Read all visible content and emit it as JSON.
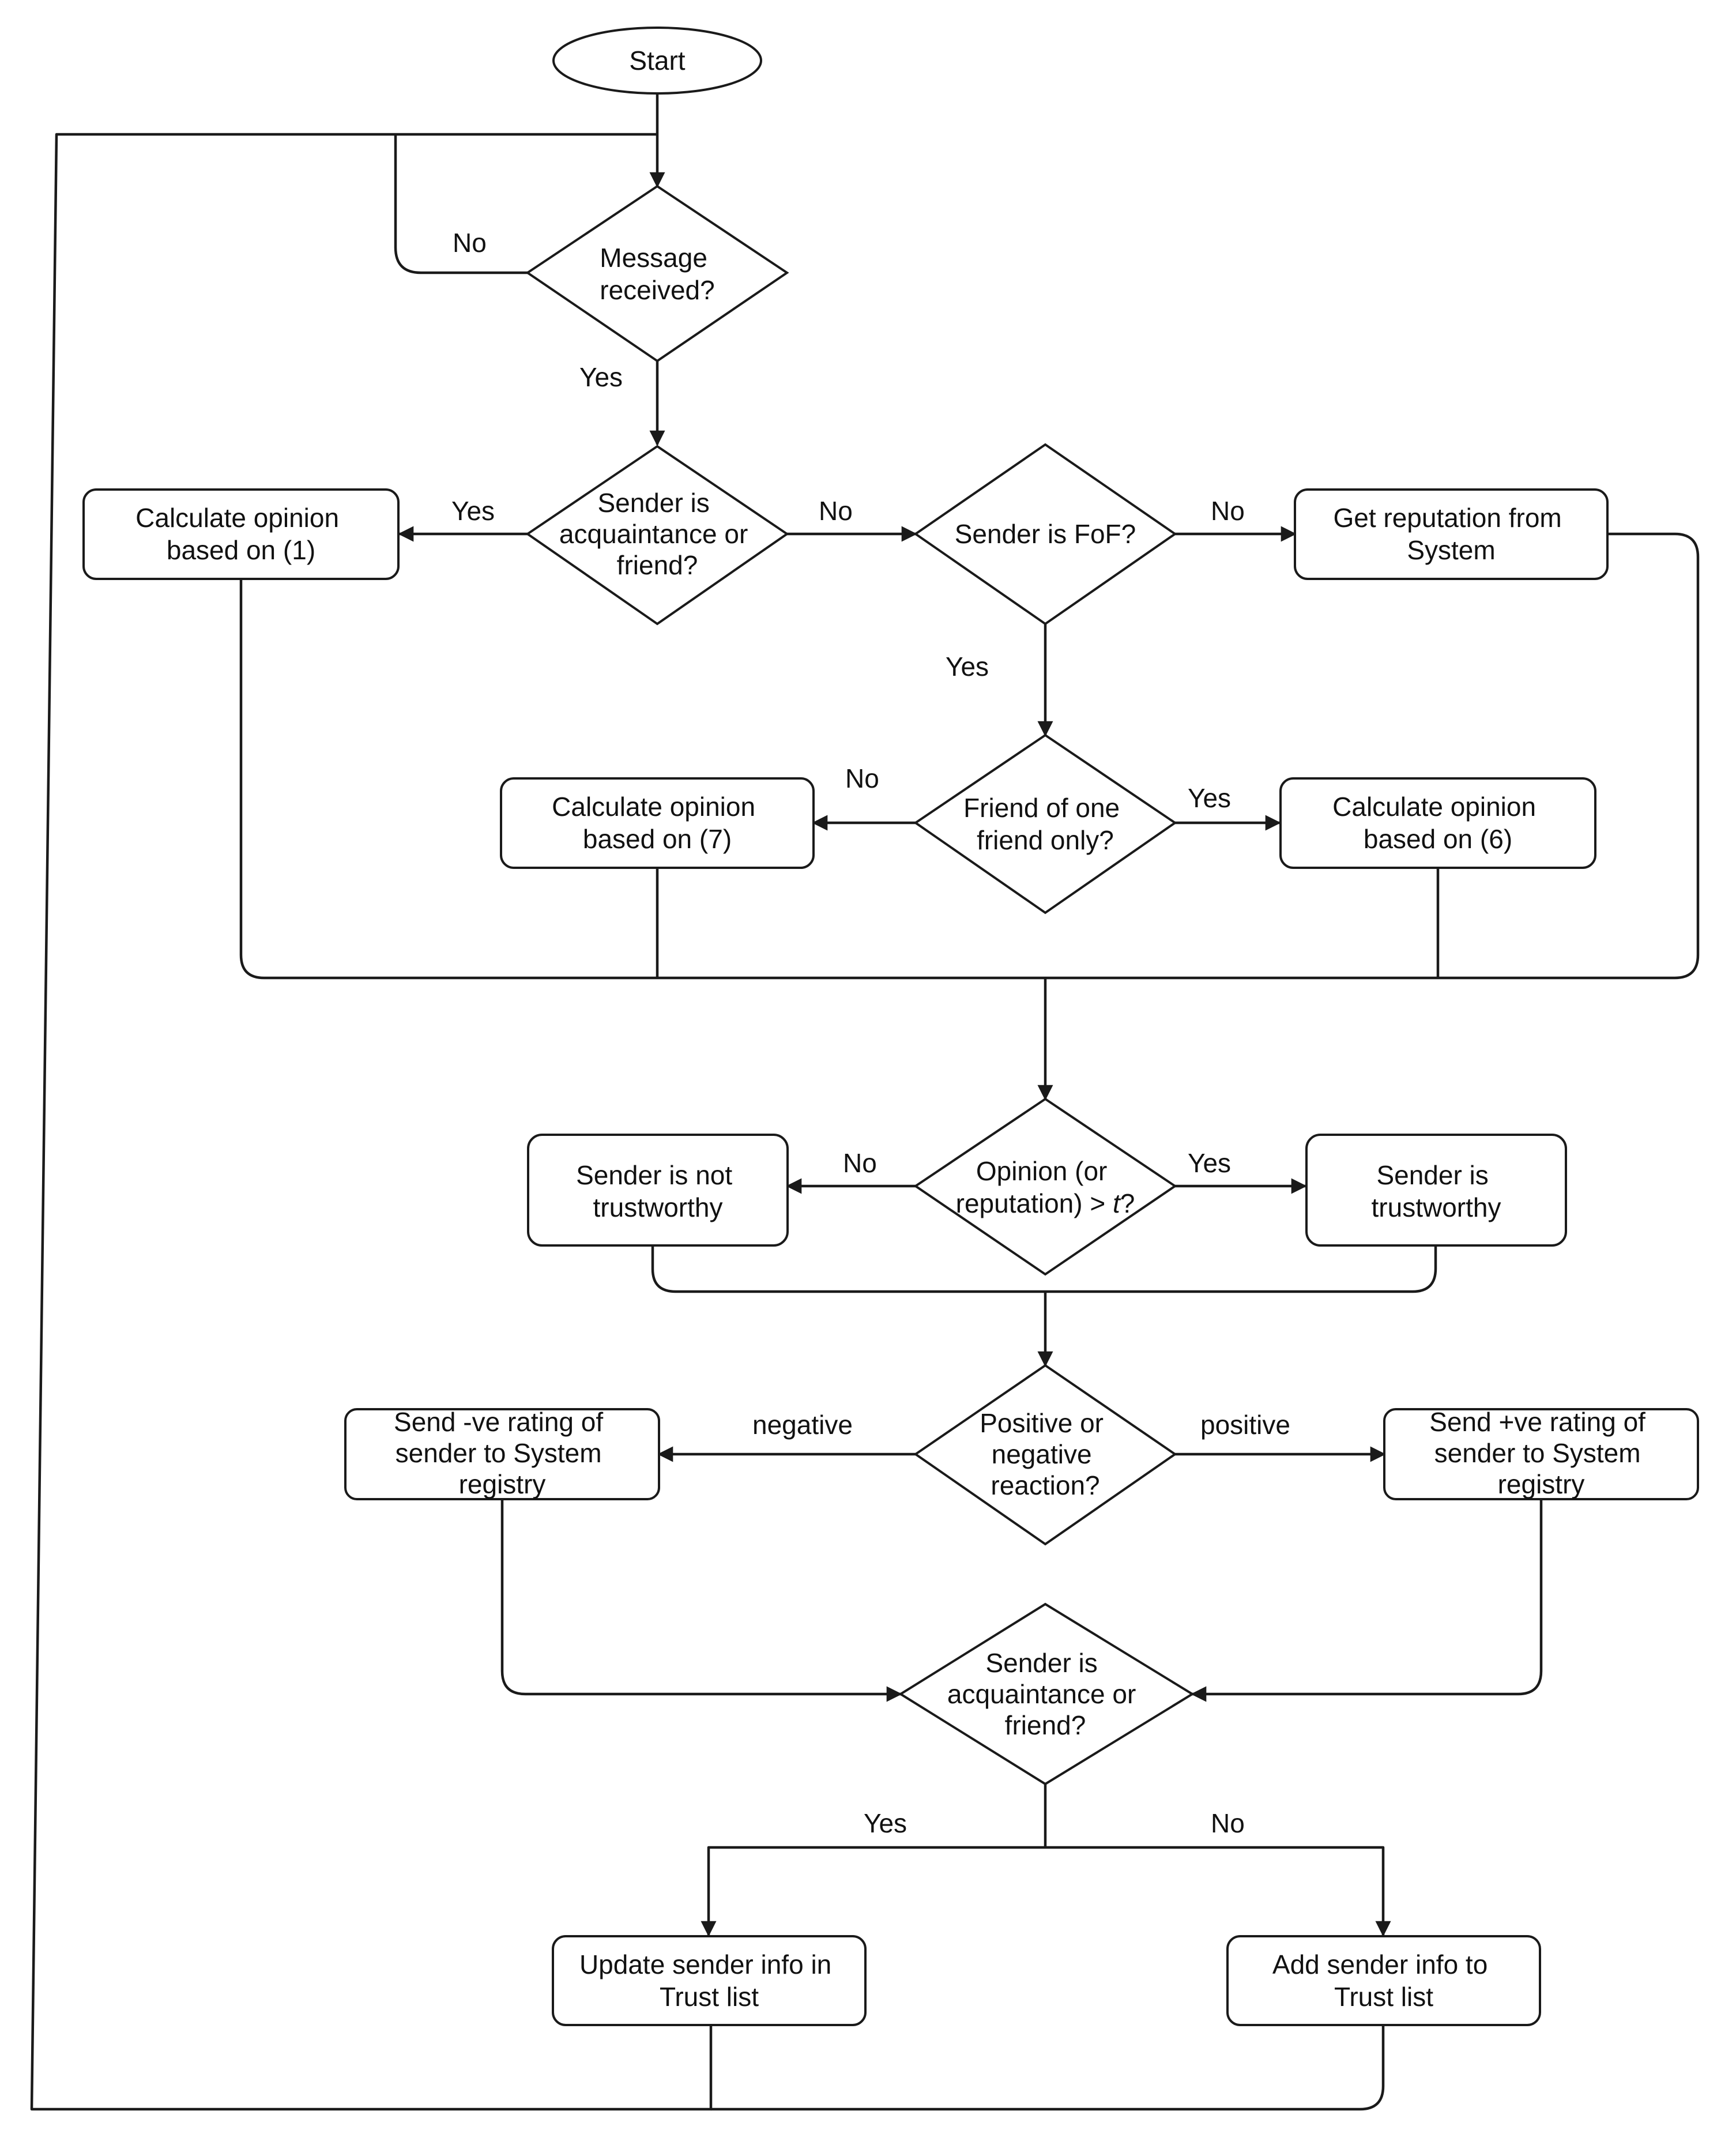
{
  "nodes": {
    "start": {
      "lines": [
        "Start"
      ]
    },
    "message_received": {
      "lines": [
        "Message",
        "received?"
      ]
    },
    "acq_or_friend_1": {
      "lines": [
        "Sender is",
        "acquaintance or",
        "friend?"
      ]
    },
    "calc_opinion_1": {
      "lines": [
        "Calculate opinion",
        "based on (1)"
      ]
    },
    "sender_fof": {
      "lines": [
        "Sender is FoF?"
      ]
    },
    "get_reputation": {
      "lines": [
        "Get reputation from",
        "System"
      ]
    },
    "friend_one_only": {
      "lines": [
        "Friend of one",
        "friend only?"
      ]
    },
    "calc_opinion_7": {
      "lines": [
        "Calculate opinion",
        "based on (7)"
      ]
    },
    "calc_opinion_6": {
      "lines": [
        "Calculate opinion",
        "based on (6)"
      ]
    },
    "opinion_threshold": {
      "lines": [
        "Opinion (or",
        "reputation) > t?"
      ]
    },
    "not_trustworthy": {
      "lines": [
        "Sender is not",
        "trustworthy"
      ]
    },
    "trustworthy": {
      "lines": [
        "Sender is",
        "trustworthy"
      ]
    },
    "reaction": {
      "lines": [
        "Positive or",
        "negative",
        "reaction?"
      ]
    },
    "send_negative": {
      "lines": [
        "Send -ve rating of",
        "sender to System",
        "registry"
      ]
    },
    "send_positive": {
      "lines": [
        "Send +ve rating of",
        "sender to System",
        "registry"
      ]
    },
    "acq_or_friend_2": {
      "lines": [
        "Sender is",
        "acquaintance or",
        "friend?"
      ]
    },
    "update_sender": {
      "lines": [
        "Update sender info in",
        "Trust list"
      ]
    },
    "add_sender": {
      "lines": [
        "Add sender info to",
        "Trust list"
      ]
    }
  },
  "edge_labels": {
    "msg_no": "No",
    "msg_yes": "Yes",
    "acq1_yes": "Yes",
    "acq1_no": "No",
    "fof_no": "No",
    "fof_yes": "Yes",
    "one_friend_no": "No",
    "one_friend_yes": "Yes",
    "opinion_no": "No",
    "opinion_yes": "Yes",
    "reaction_negative": "negative",
    "reaction_positive": "positive",
    "acq2_yes": "Yes",
    "acq2_no": "No"
  }
}
